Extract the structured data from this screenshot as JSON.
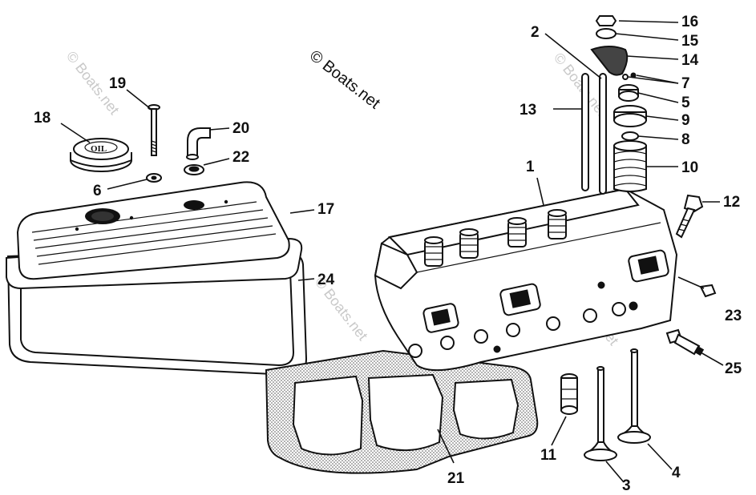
{
  "watermark": {
    "main": "© Boats.net",
    "faint": "© Boats.net"
  },
  "oil_cap_label": "OIL",
  "callouts": [
    {
      "id": "1",
      "text": "1"
    },
    {
      "id": "2",
      "text": "2"
    },
    {
      "id": "3",
      "text": "3"
    },
    {
      "id": "4",
      "text": "4"
    },
    {
      "id": "5",
      "text": "5"
    },
    {
      "id": "6",
      "text": "6"
    },
    {
      "id": "7",
      "text": "7"
    },
    {
      "id": "8",
      "text": "8"
    },
    {
      "id": "9",
      "text": "9"
    },
    {
      "id": "10",
      "text": "10"
    },
    {
      "id": "11",
      "text": "11"
    },
    {
      "id": "12",
      "text": "12"
    },
    {
      "id": "13",
      "text": "13"
    },
    {
      "id": "14",
      "text": "14"
    },
    {
      "id": "15",
      "text": "15"
    },
    {
      "id": "16",
      "text": "16"
    },
    {
      "id": "17",
      "text": "17"
    },
    {
      "id": "18",
      "text": "18"
    },
    {
      "id": "19",
      "text": "19"
    },
    {
      "id": "20",
      "text": "20"
    },
    {
      "id": "21",
      "text": "21"
    },
    {
      "id": "22",
      "text": "22"
    },
    {
      "id": "23",
      "text": "23"
    },
    {
      "id": "24",
      "text": "24"
    },
    {
      "id": "25",
      "text": "25"
    }
  ]
}
